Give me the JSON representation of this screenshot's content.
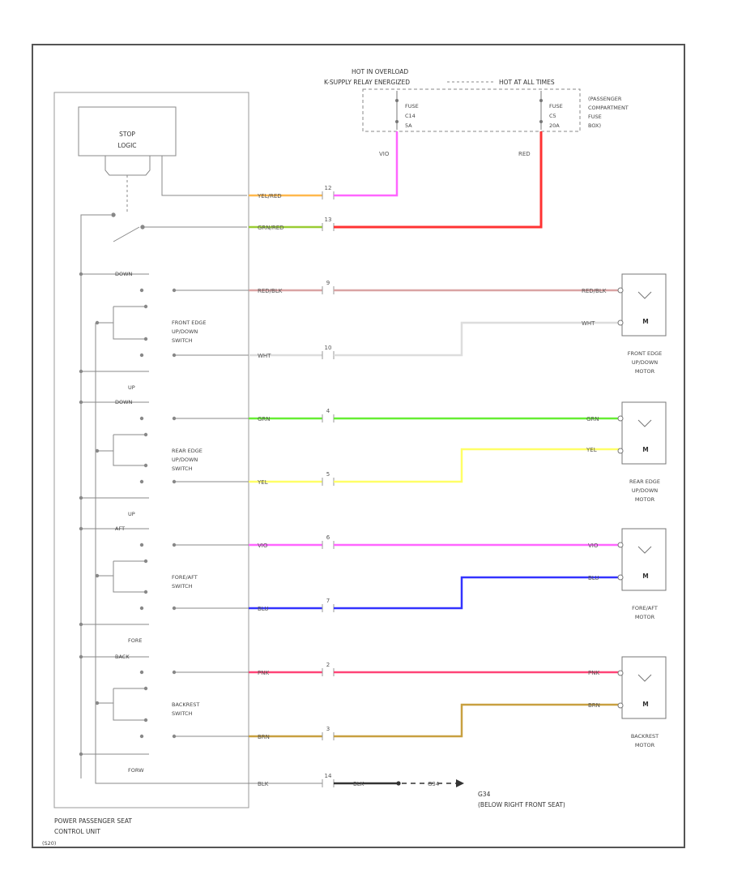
{
  "power": {
    "line1": "HOT IN OVERLOAD",
    "line2": "K-SUPPLY RELAY ENERGIZED",
    "line3": "HOT AT ALL TIMES",
    "fuse1": {
      "l1": "FUSE",
      "l2": "C14",
      "l3": "5A"
    },
    "fuse2": {
      "l1": "FUSE",
      "l2": "C5",
      "l3": "20A"
    },
    "pcfb": [
      "(PASSENGER",
      "COMPARTMENT",
      "FUSE",
      "BOX)"
    ],
    "feed_vio": "VIO",
    "feed_red": "RED"
  },
  "unit": {
    "stop_logic": [
      "STOP",
      "LOGIC"
    ],
    "name": [
      "POWER PASSENGER SEAT",
      "CONTROL UNIT"
    ],
    "tag": "(S20)"
  },
  "switches": [
    {
      "label": [
        "FRONT EDGE",
        "UP/DOWN",
        "SWITCH"
      ],
      "top": "DOWN",
      "bottom": "UP"
    },
    {
      "label": [
        "REAR EDGE",
        "UP/DOWN",
        "SWITCH"
      ],
      "top": "DOWN",
      "bottom": "UP"
    },
    {
      "label": [
        "FORE/AFT",
        "SWITCH"
      ],
      "top": "AFT",
      "bottom": "FORE"
    },
    {
      "label": [
        "BACKREST",
        "SWITCH"
      ],
      "top": "BACK",
      "bottom": "FORW"
    }
  ],
  "wires": {
    "w1": {
      "unit": "YEL/RED",
      "pin": "12"
    },
    "w2": {
      "unit": "GRN/RED",
      "pin": "13"
    },
    "w3": {
      "unit": "RED/BLK",
      "pin": "9",
      "motor": "RED/BLK"
    },
    "w4": {
      "unit": "WHT",
      "pin": "10",
      "motor": "WHT"
    },
    "w5": {
      "unit": "GRN",
      "pin": "4",
      "motor": "GRN"
    },
    "w6": {
      "unit": "YEL",
      "pin": "5",
      "motor": "YEL"
    },
    "w7": {
      "unit": "VIO",
      "pin": "6",
      "motor": "VIO"
    },
    "w8": {
      "unit": "BLU",
      "pin": "7",
      "motor": "BLU"
    },
    "w9": {
      "unit": "PNK",
      "pin": "2",
      "motor": "PNK"
    },
    "w10": {
      "unit": "BRN",
      "pin": "3",
      "motor": "BRN"
    },
    "w11": {
      "unit": "BLK",
      "pin": "14",
      "mid": "BLK",
      "end": "G34"
    }
  },
  "motors": [
    {
      "label": [
        "FRONT EDGE",
        "UP/DOWN",
        "MOTOR"
      ],
      "symbol": "M"
    },
    {
      "label": [
        "REAR EDGE",
        "UP/DOWN",
        "MOTOR"
      ],
      "symbol": "M"
    },
    {
      "label": [
        "FORE/AFT",
        "MOTOR"
      ],
      "symbol": "M"
    },
    {
      "label": [
        "BACKREST",
        "MOTOR"
      ],
      "symbol": "M"
    }
  ],
  "ground": {
    "name": "G34",
    "location": "(BELOW RIGHT FRONT SEAT)"
  },
  "colors": {
    "vio": "#ff66ff",
    "red": "#ff3333",
    "yel_red": "#ffb84d",
    "grn_red": "#99cc33",
    "red_blk": "#d9a3a3",
    "wht": "#dddddd",
    "grn": "#66ee33",
    "yel": "#ffff66",
    "blu": "#3333ff",
    "pnk": "#ff4477",
    "brn": "#c8a040",
    "blk": "#333333",
    "frame": "#555555",
    "line": "#888888"
  }
}
